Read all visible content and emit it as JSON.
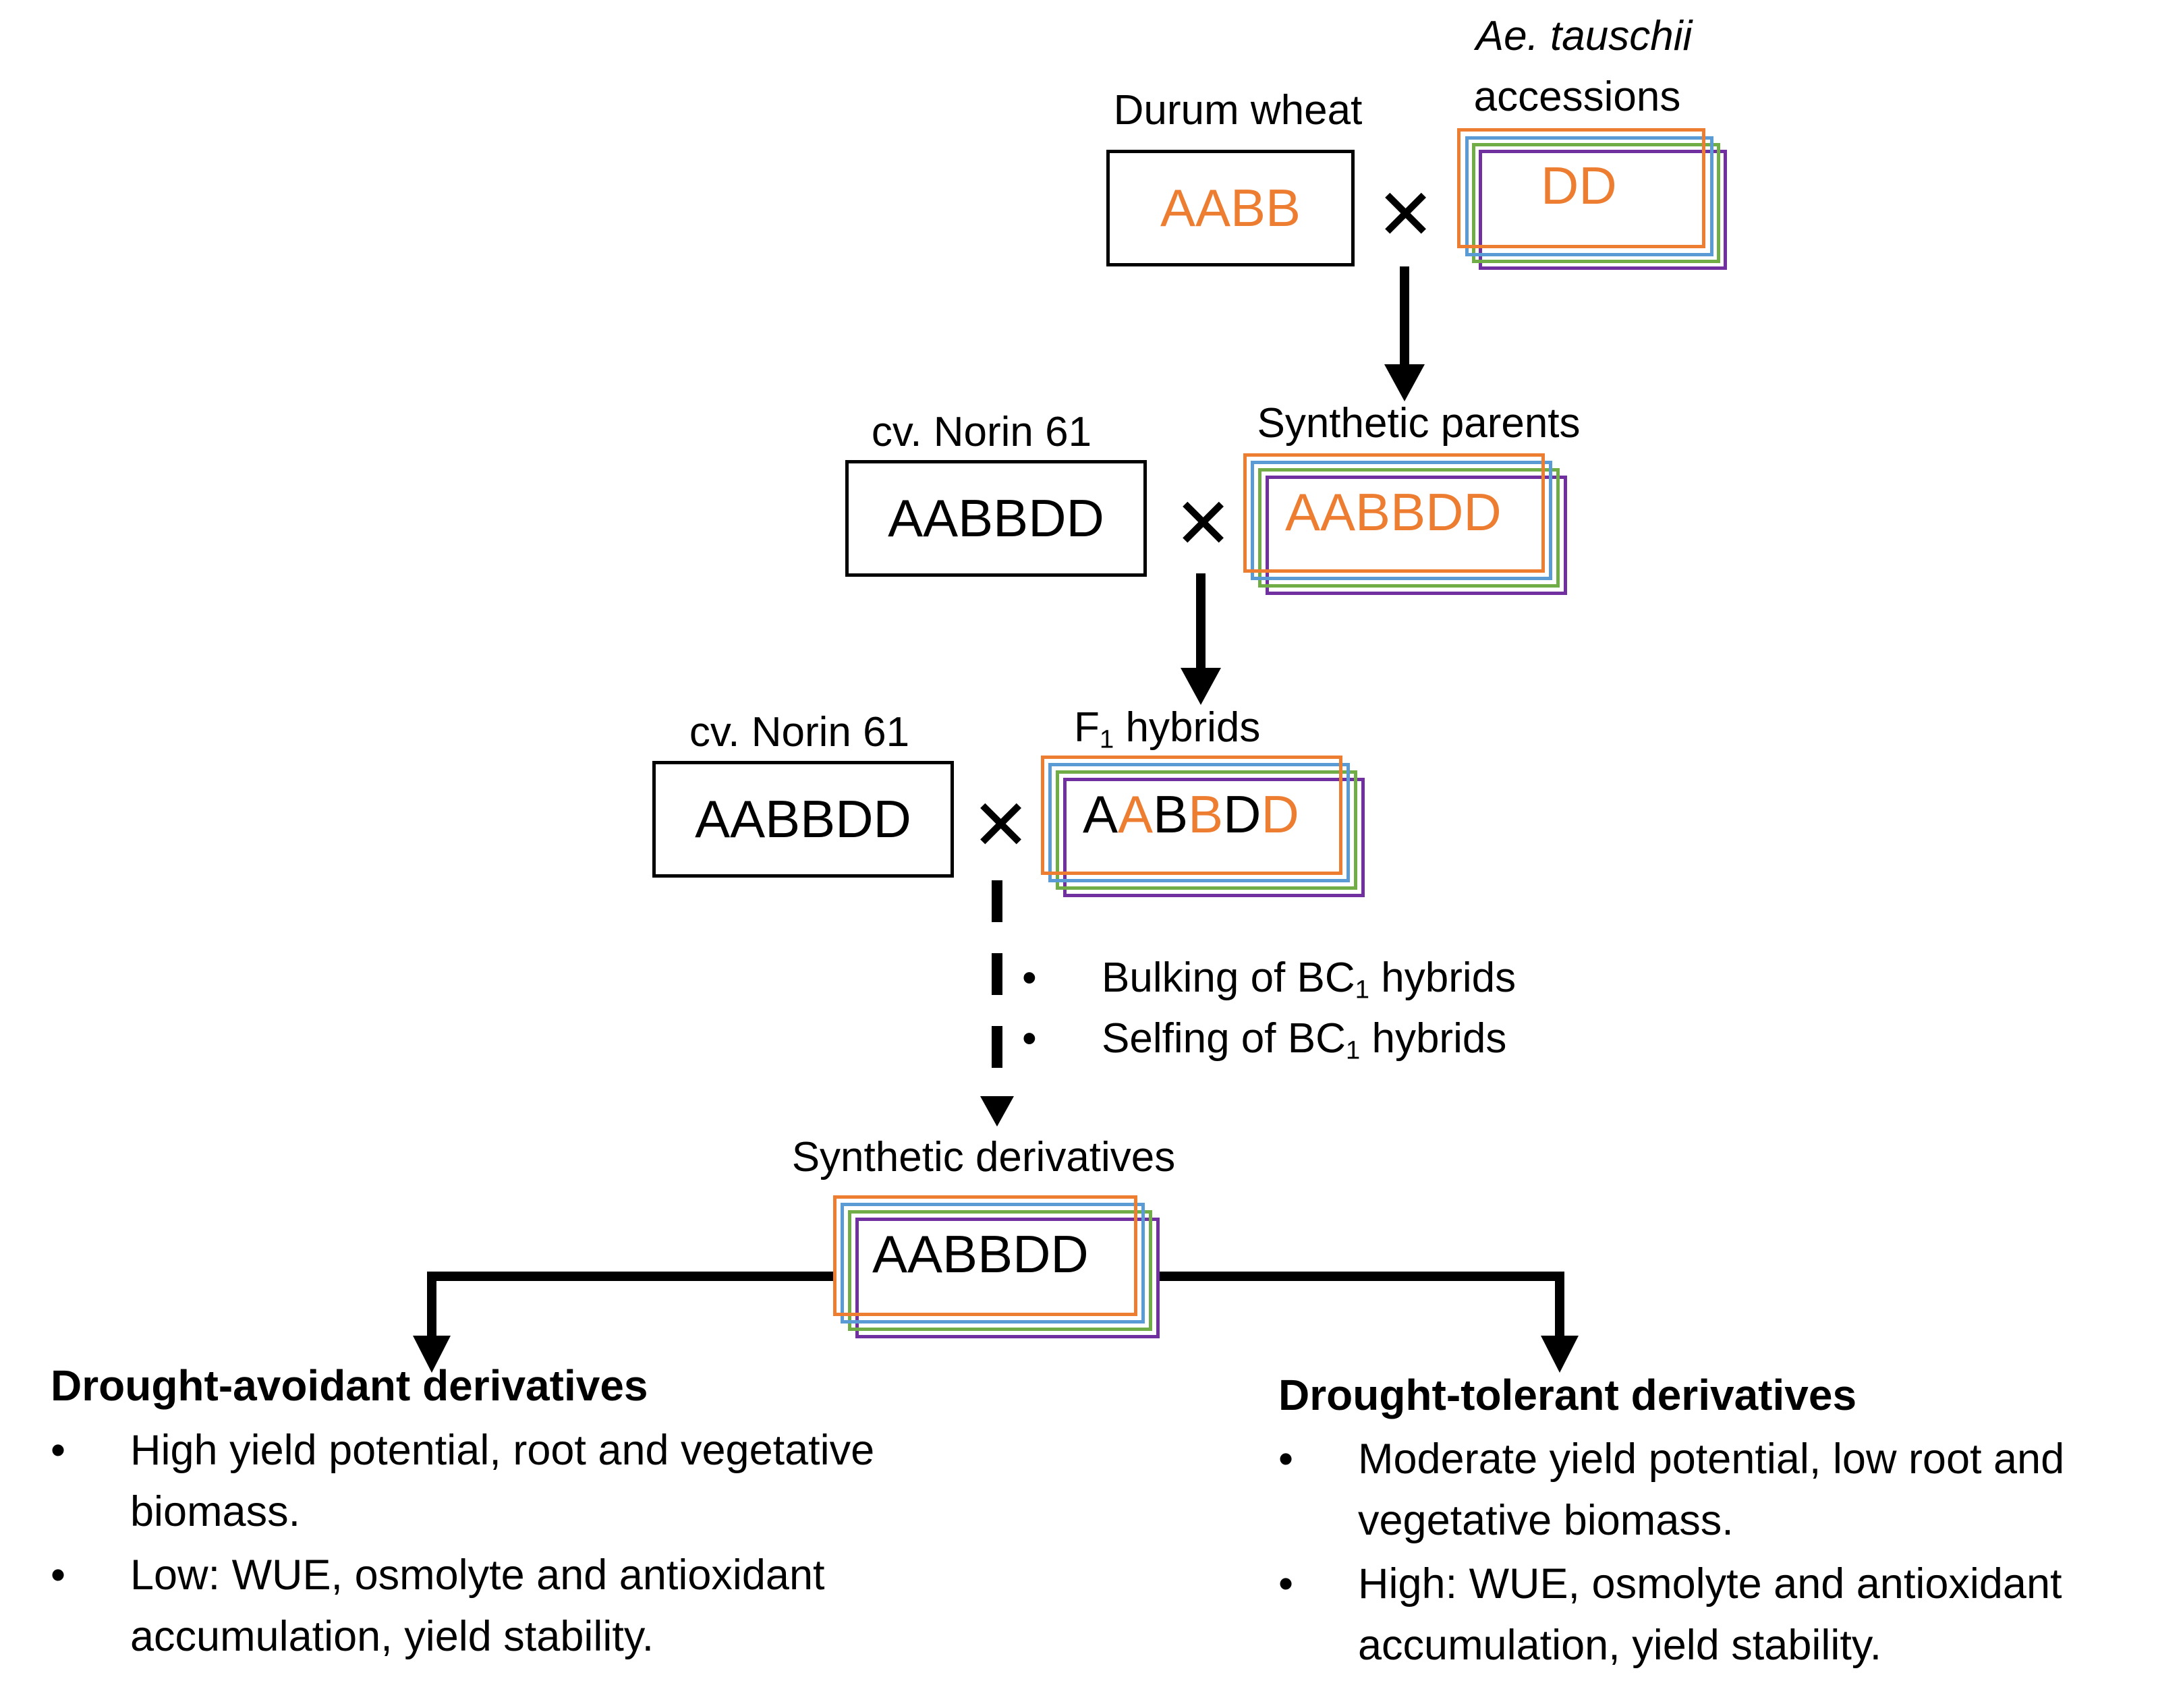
{
  "colors": {
    "orange": "#ED7D31",
    "blue": "#5B9BD5",
    "green": "#70AD47",
    "purple": "#7030A0",
    "black": "#000000"
  },
  "icons": {
    "cross": "multiplication-sign-icon",
    "arrow": "down-arrow-icon"
  },
  "row1": {
    "durum_label": "Durum wheat",
    "durum_genome": "AABB",
    "tauschii_label_line1": "Ae. tauschii",
    "tauschii_label_line2": "accessions",
    "tauschii_genome": "DD",
    "cross_symbol": "✕"
  },
  "row2": {
    "norin_label": "cv. Norin 61",
    "norin_genome": "AABBDD",
    "synthetic_label": "Synthetic parents",
    "synthetic_genome": "AABBDD",
    "cross_symbol": "✕"
  },
  "row3": {
    "norin_label": "cv. Norin 61",
    "norin_genome": "AABBDD",
    "f1_label_prefix": "F",
    "f1_label_sub": "1",
    "f1_label_suffix": " hybrids",
    "f1_genome_letters": [
      "A",
      "A",
      "B",
      "B",
      "D",
      "D"
    ],
    "cross_symbol": "✕"
  },
  "process": {
    "bullet_symbol": "•",
    "items": [
      {
        "prefix": "Bulking of BC",
        "sub": "1",
        "suffix": " hybrids"
      },
      {
        "prefix": "Selfing of BC",
        "sub": "1",
        "suffix": " hybrids"
      }
    ]
  },
  "derivatives": {
    "label": "Synthetic derivatives",
    "genome": "AABBDD"
  },
  "avoidant": {
    "title": "Drought-avoidant derivatives",
    "bullet_symbol": "•",
    "items": [
      [
        "High yield potential, root and vegetative",
        "biomass."
      ],
      [
        "Low: WUE, osmolyte and antioxidant",
        "accumulation, yield stability."
      ]
    ]
  },
  "tolerant": {
    "title": "Drought-tolerant derivatives",
    "bullet_symbol": "•",
    "items": [
      [
        "Moderate yield potential, low root and",
        "vegetative biomass."
      ],
      [
        "High: WUE, osmolyte and antioxidant",
        "accumulation, yield stability."
      ]
    ]
  }
}
